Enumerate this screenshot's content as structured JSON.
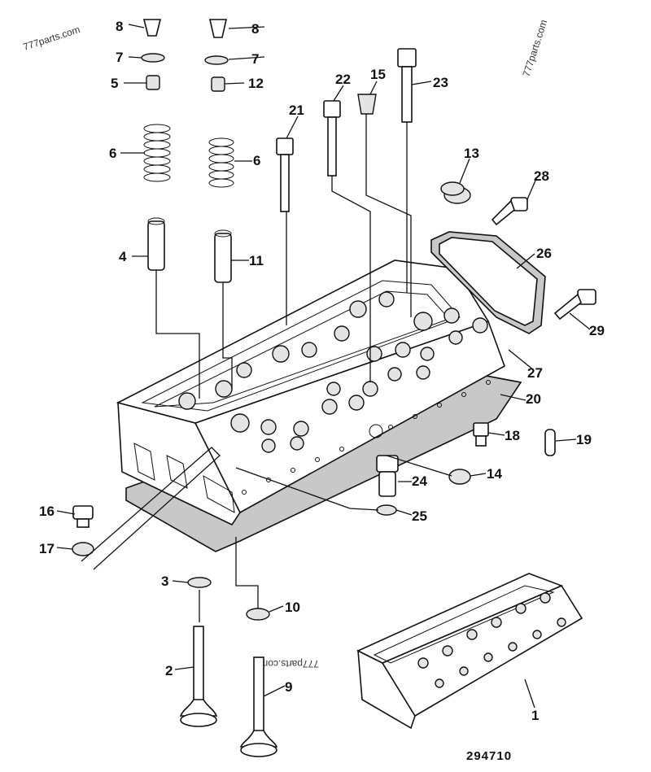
{
  "watermarks": [
    "777parts.com",
    "777parts.com",
    "777parts.com"
  ],
  "reference_number": "294710",
  "callouts": {
    "c1": "1",
    "c2": "2",
    "c3": "3",
    "c4": "4",
    "c5": "5",
    "c6a": "6",
    "c6b": "6",
    "c7a": "7",
    "c7b": "7",
    "c8a": "8",
    "c8b": "8",
    "c9": "9",
    "c10": "10",
    "c11": "11",
    "c12": "12",
    "c13": "13",
    "c14": "14",
    "c15": "15",
    "c16": "16",
    "c17": "17",
    "c18": "18",
    "c19": "19",
    "c20": "20",
    "c21": "21",
    "c22": "22",
    "c23": "23",
    "c24": "24",
    "c25": "25",
    "c26": "26",
    "c27": "27",
    "c28": "28",
    "c29": "29"
  }
}
